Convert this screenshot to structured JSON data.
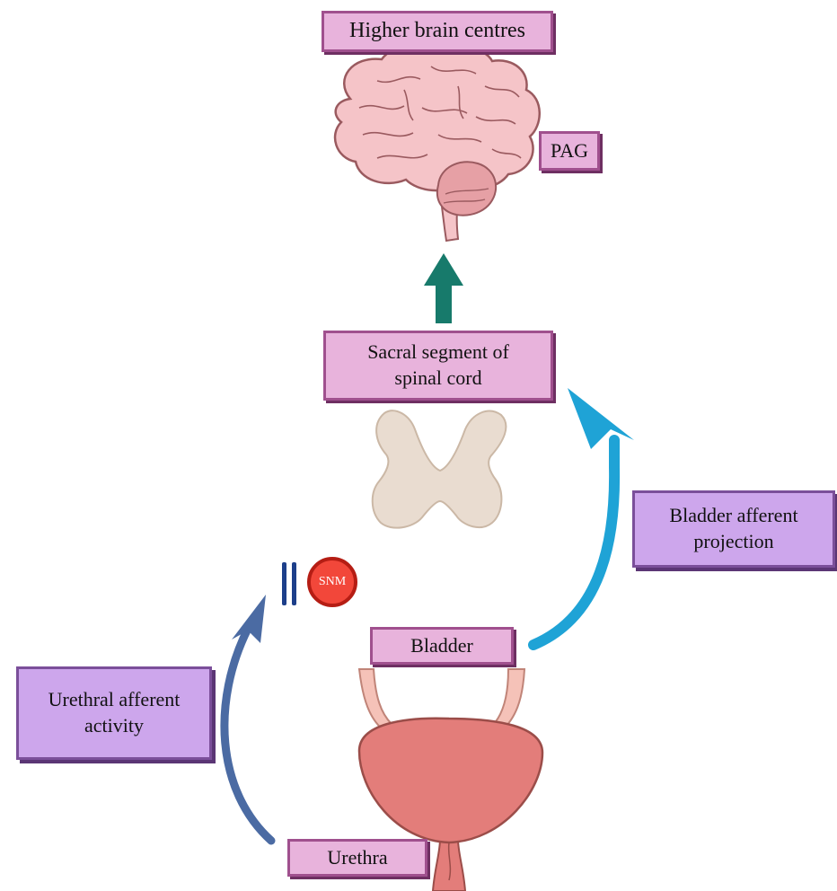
{
  "labels": {
    "higher_brain": "Higher brain centres",
    "pag": "PAG",
    "sacral_line1": "Sacral segment of",
    "sacral_line2": "spinal cord",
    "bladder_afferent_line1": "Bladder afferent",
    "bladder_afferent_line2": "projection",
    "snm": "SNM",
    "bladder": "Bladder",
    "urethral_line1": "Urethral afferent",
    "urethral_line2": "activity",
    "urethra": "Urethra"
  },
  "colors": {
    "label_fill": "#e8b3dc",
    "label_border": "#a0508e",
    "side_label_fill": "#cda6ec",
    "side_label_border": "#7b4f9a",
    "brain_fill": "#f5c4c8",
    "cerebellum_fill": "#e6a0a5",
    "spinal_cord_fill": "#e9dcd0",
    "bladder_fill": "#e37d7a",
    "ureter_fill": "#f5c2b8",
    "snm_fill": "#f2473a",
    "up_arrow": "#177a6b",
    "bladder_arrow": "#1fa3d6",
    "urethral_arrow": "#4b6ba3",
    "block_bars": "#1d3f8a"
  },
  "icons": [
    "brain-icon",
    "spinal-cord-cross-section-icon",
    "bladder-icon",
    "snm-stimulator-icon",
    "block-icon"
  ]
}
